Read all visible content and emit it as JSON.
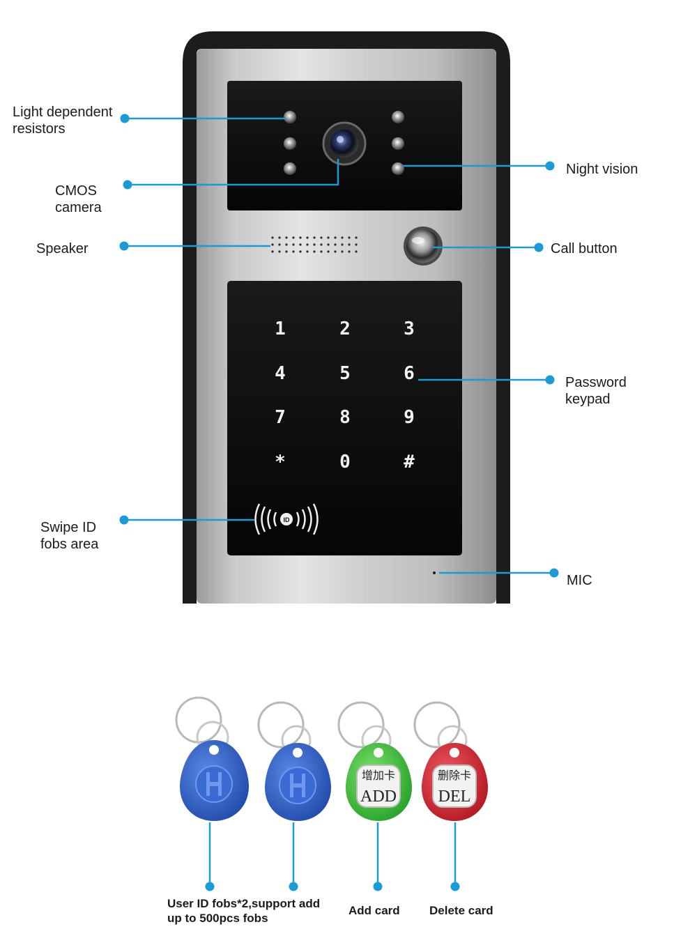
{
  "device": {
    "callouts": {
      "light_dependent_resistors": "Light dependent\nresistors",
      "cmos_camera": "CMOS\ncamera",
      "speaker": "Speaker",
      "swipe_id_fobs_area": "Swipe ID\nfobs area",
      "night_vision": "Night vision",
      "call_button": "Call button",
      "password_keypad": "Password\nkeypad",
      "mic": "MIC"
    },
    "keypad": [
      "1",
      "2",
      "3",
      "4",
      "5",
      "6",
      "7",
      "8",
      "9",
      "*",
      "0",
      "#"
    ],
    "rfid_symbol": "((« ID »))"
  },
  "fobs": {
    "items": [
      {
        "color": "blue"
      },
      {
        "color": "blue"
      },
      {
        "color": "green",
        "text_cn": "增加卡",
        "text_en": "ADD"
      },
      {
        "color": "red",
        "text_cn": "删除卡",
        "text_en": "DEL"
      }
    ],
    "captions": {
      "user_fobs": "User ID fobs*2,support add\nup to 500pcs fobs",
      "add_card": "Add card",
      "delete_card": "Delete card"
    }
  },
  "colors": {
    "callout_line": "#1a9ad6",
    "panel_dark": "#111111",
    "frame": "#1c1c1c",
    "fob_blue": "#2f64c8",
    "fob_green": "#3cc53a",
    "fob_red": "#d8232f"
  }
}
